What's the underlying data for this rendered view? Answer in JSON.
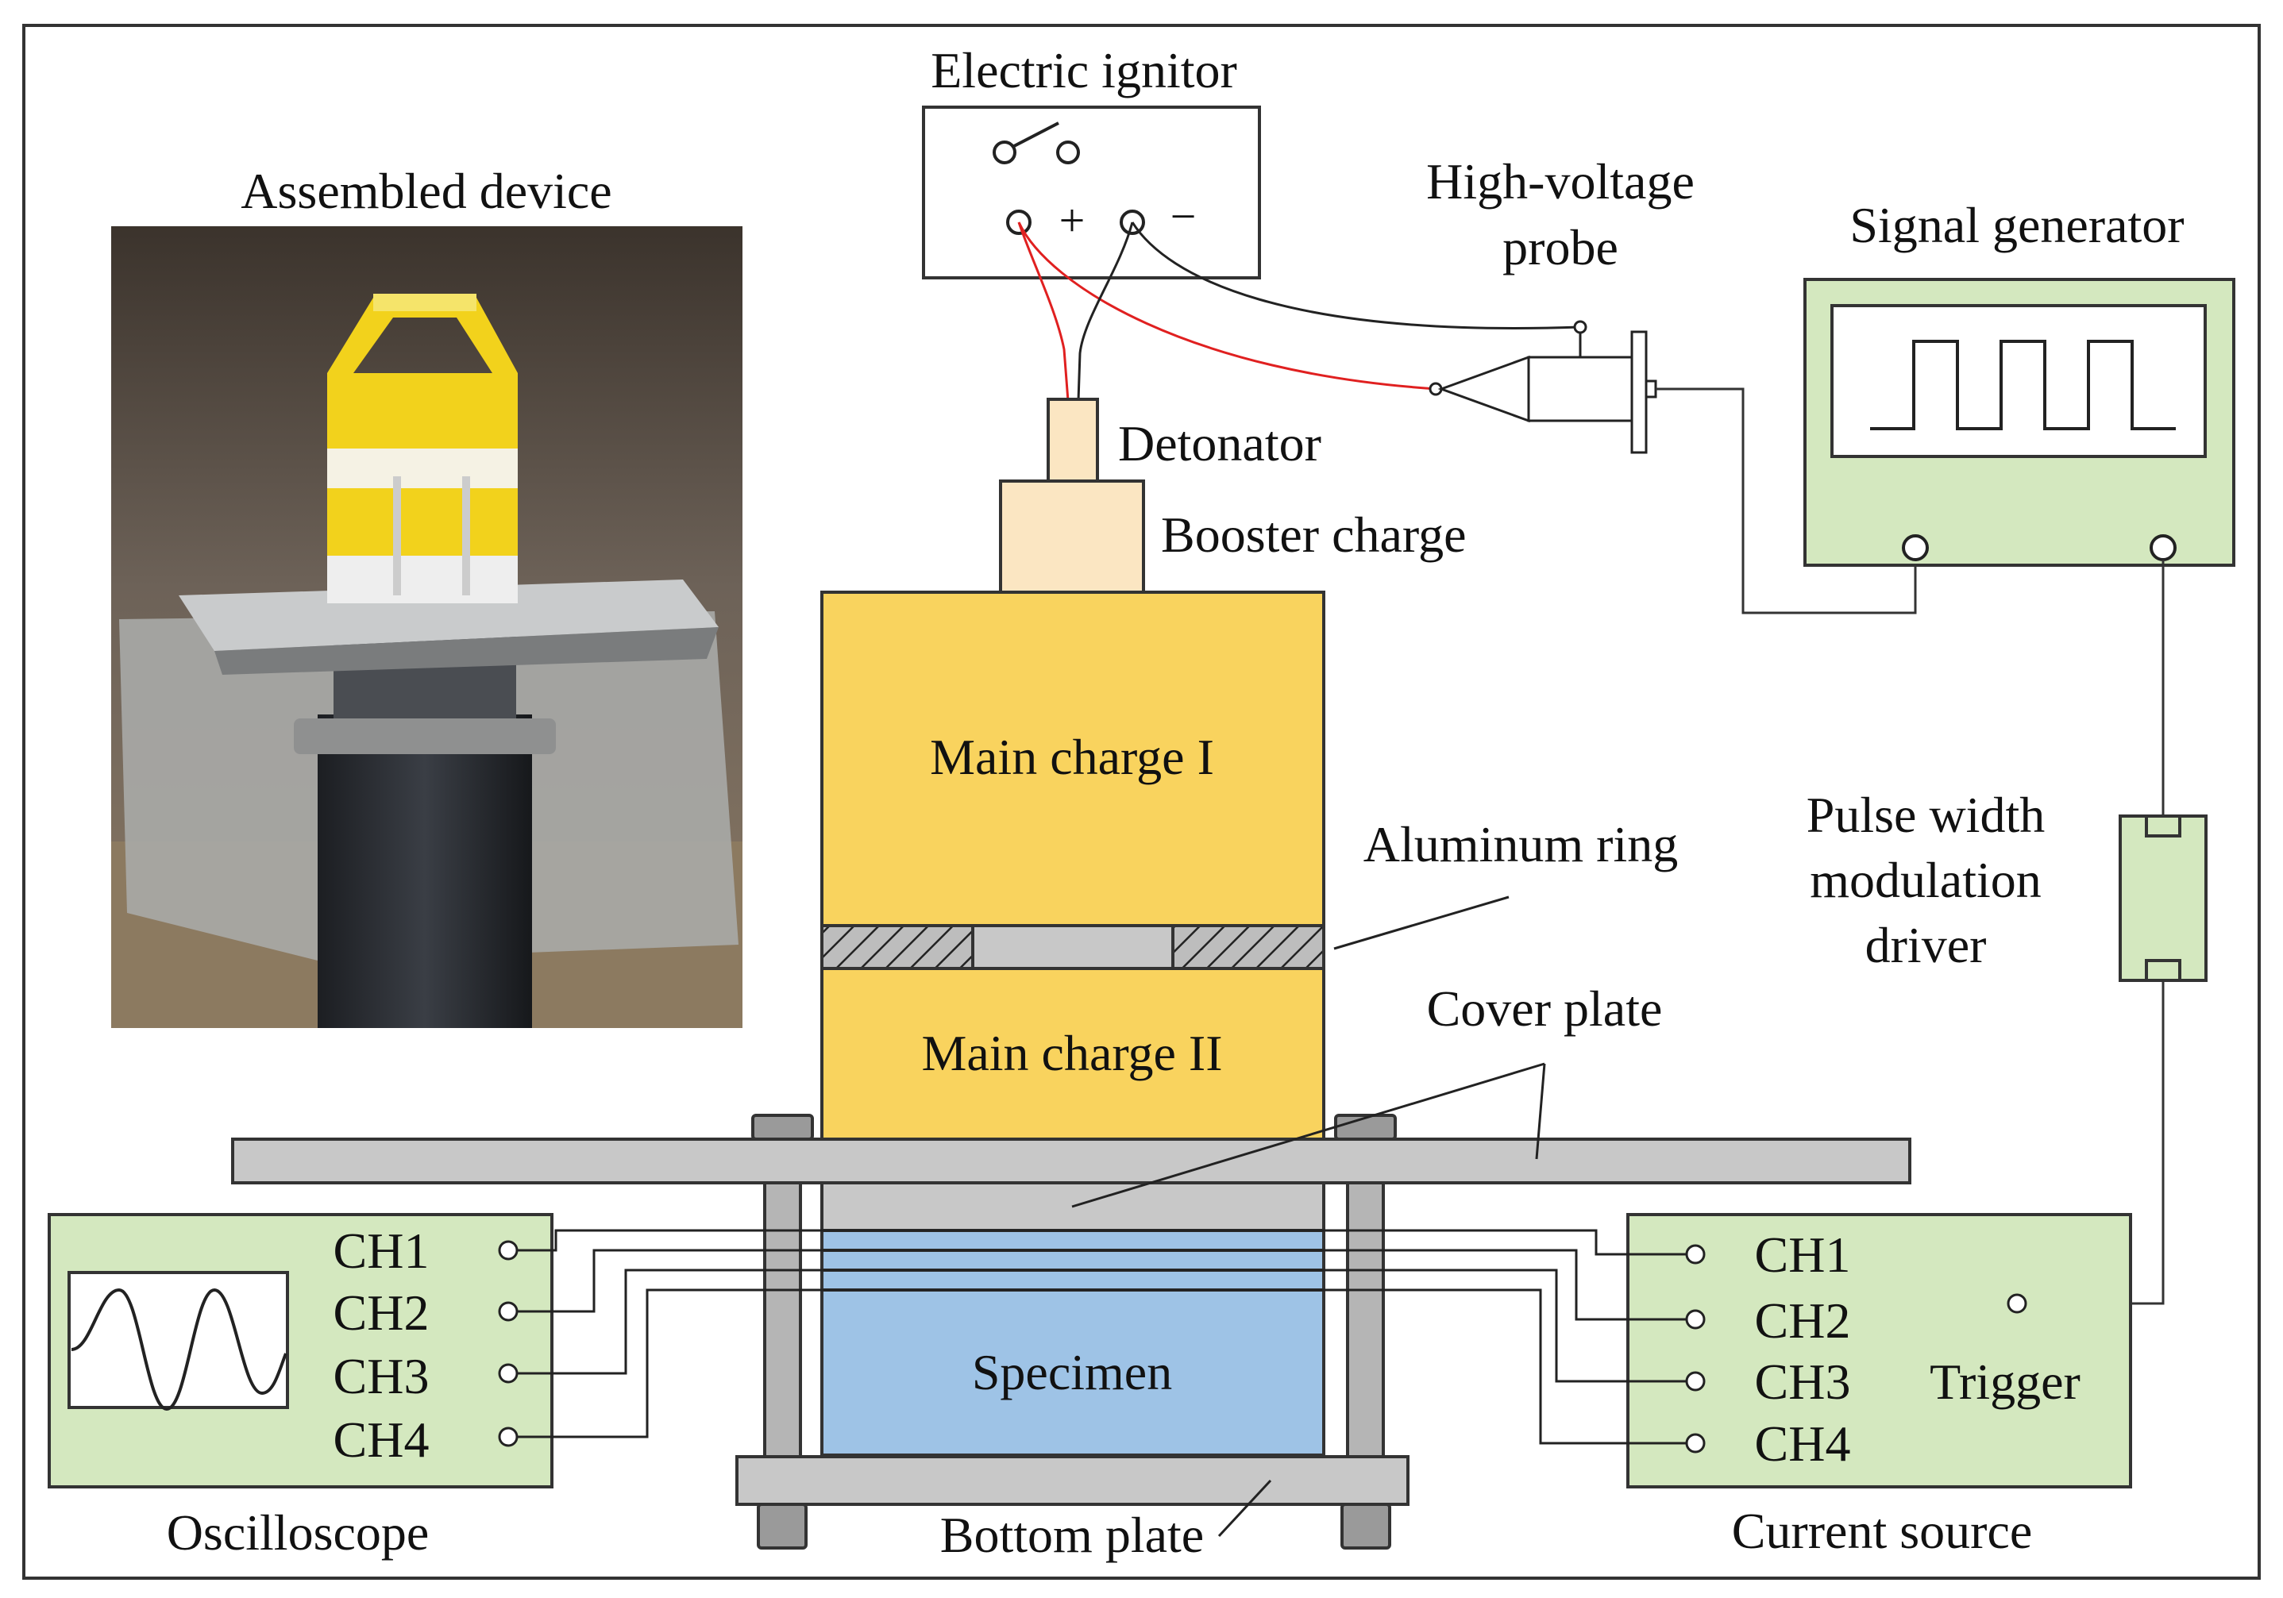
{
  "labels": {
    "electric_ignitor": "Electric ignitor",
    "plus": "+",
    "minus": "−",
    "high_voltage_probe_1": "High-voltage",
    "high_voltage_probe_2": "probe",
    "signal_generator": "Signal generator",
    "assembled_device": "Assembled device",
    "detonator": "Detonator",
    "booster_charge": "Booster charge",
    "main_charge_1": "Main charge I",
    "aluminum_ring": "Aluminum ring",
    "main_charge_2": "Main charge II",
    "pwm_driver_1": "Pulse width",
    "pwm_driver_2": "modulation",
    "pwm_driver_3": "driver",
    "cover_plate": "Cover plate",
    "specimen": "Specimen",
    "bottom_plate": "Bottom plate",
    "oscilloscope": "Oscilloscope",
    "current_source": "Current source",
    "trigger": "Trigger"
  },
  "oscilloscope_channels": [
    "CH1",
    "CH2",
    "CH3",
    "CH4"
  ],
  "current_source_channels": [
    "CH1",
    "CH2",
    "CH3",
    "CH4"
  ],
  "colors": {
    "charge_yellow": "#f9d35e",
    "instrument_green": "#d4e8bf",
    "specimen_blue": "#9ec3e6",
    "steel_gray": "#c8c8c8",
    "detonator_cream": "#fbe6c2",
    "red_wire": "#e02020"
  }
}
